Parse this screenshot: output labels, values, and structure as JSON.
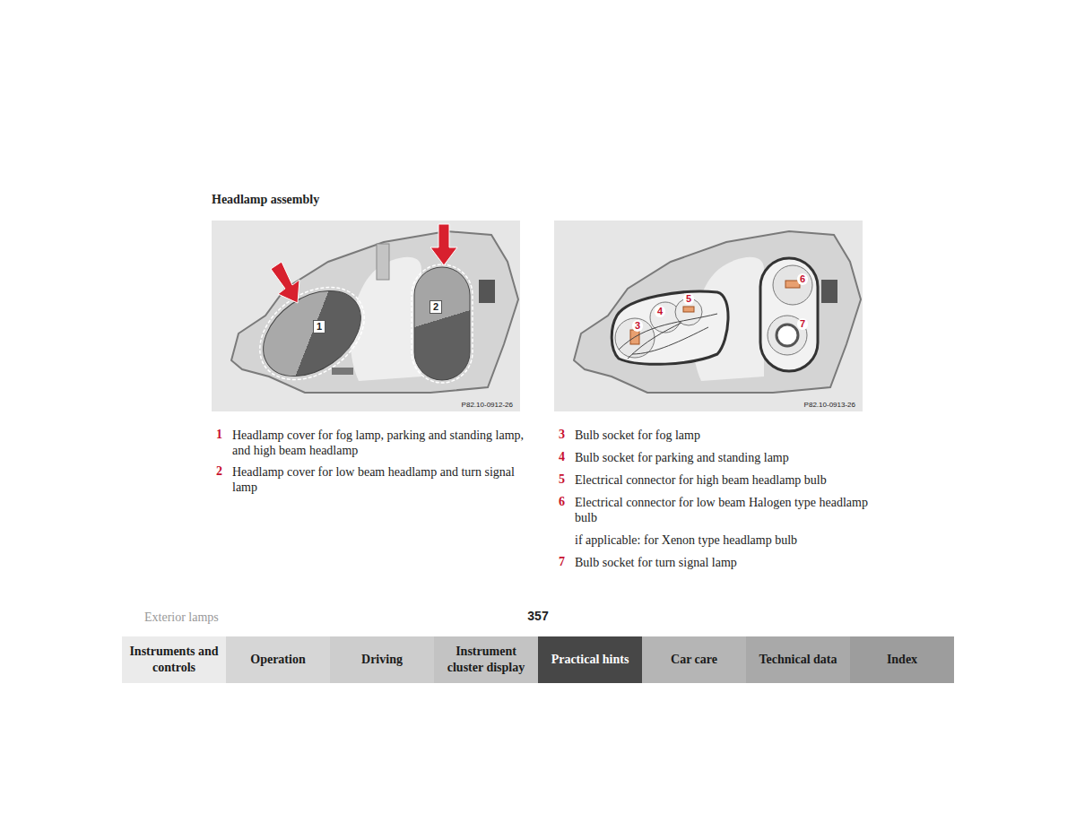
{
  "diagram": {
    "title": "Headlamp assembly",
    "nodes": [
      {
        "text": [
          "P82.10-0912-26"
        ]
      },
      {
        "text": [
          "P82.10-0913-26"
        ]
      },
      {
        "text": [
          "Instruments and controls"
        ]
      },
      {
        "text": [
          "Operation"
        ]
      },
      {
        "text": [
          "Driving"
        ]
      },
      {
        "text": [
          "Instrument cluster display"
        ]
      },
      {
        "text": [
          "Practical hints"
        ]
      },
      {
        "text": [
          "Car care"
        ]
      },
      {
        "text": [
          "Technical data"
        ]
      },
      {
        "text": [
          "Index"
        ]
      }
    ],
    "labels": [
      "1",
      "2",
      "3",
      "4",
      "5",
      "6",
      "7",
      "1",
      "Headlamp cover for fog lamp, parking and standing lamp, and high beam headlamp",
      "2",
      "Headlamp cover for low beam headlamp and turn signal lamp",
      "3",
      "Bulb socket for fog lamp",
      "4",
      "Bulb socket for parking and standing lamp",
      "5",
      "Electrical connector for high beam headlamp bulb",
      "6",
      "Electrical connector for low beam Halogen type headlamp bulb",
      "if applicable: for Xenon type headlamp bulb",
      "7",
      "Bulb socket for turn signal lamp",
      "Exterior lamps",
      "357"
    ]
  }
}
